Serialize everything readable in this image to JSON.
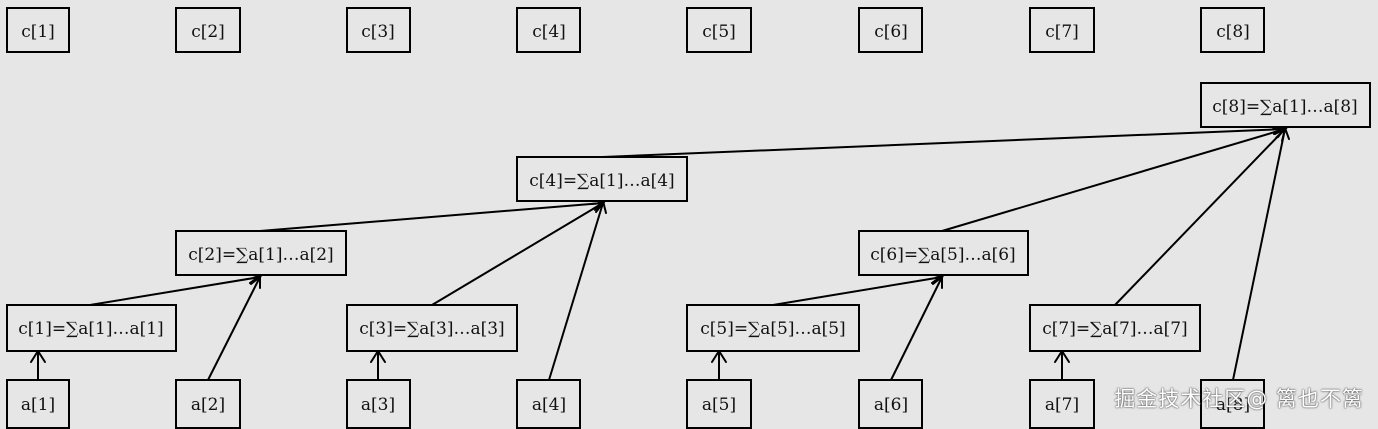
{
  "top_row": [
    "c[1]",
    "c[2]",
    "c[3]",
    "c[4]",
    "c[5]",
    "c[6]",
    "c[7]",
    "c[8]"
  ],
  "bottom_row": [
    "a[1]",
    "a[2]",
    "a[3]",
    "a[4]",
    "a[5]",
    "a[6]",
    "a[7]",
    "a[8]"
  ],
  "tree_nodes": {
    "c1": "c[1]=∑a[1]…a[1]",
    "c2": "c[2]=∑a[1]…a[2]",
    "c3": "c[3]=∑a[3]…a[3]",
    "c4": "c[4]=∑a[1]…a[4]",
    "c5": "c[5]=∑a[5]…a[5]",
    "c6": "c[6]=∑a[5]…a[6]",
    "c7": "c[7]=∑a[7]…a[7]",
    "c8": "c[8]=∑a[1]…a[8]"
  },
  "watermark": "掘金技术社区@ 篱也不篱"
}
